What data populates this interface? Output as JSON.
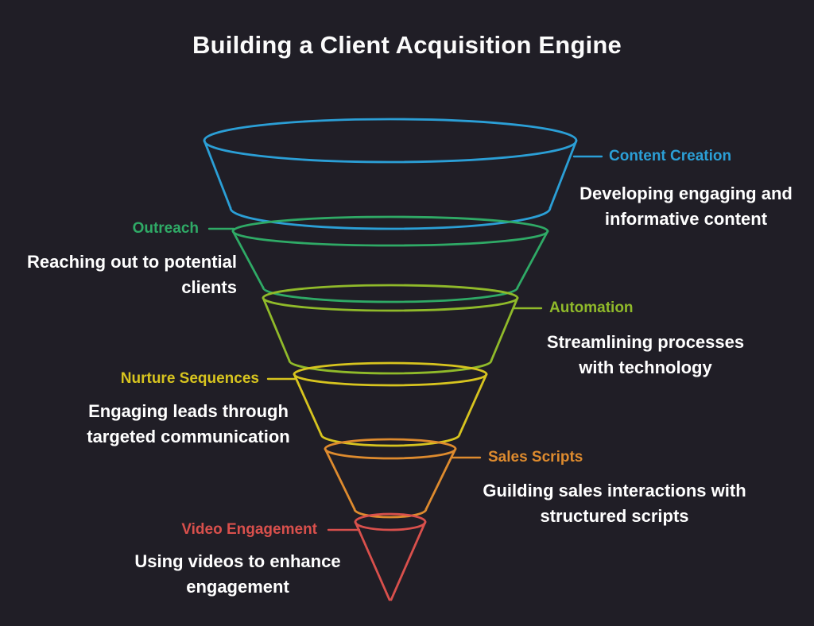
{
  "title": "Building a Client Acquisition Engine",
  "background_color": "#201e26",
  "description_text_color": "#ffffff",
  "diagram_type": "funnel",
  "stages": [
    {
      "label": "Content Creation",
      "color": "#2b9fd6",
      "side": "right",
      "description_lines": [
        "Developing engaging and",
        "informative content"
      ]
    },
    {
      "label": "Outreach",
      "color": "#2faa66",
      "side": "left",
      "description_lines": [
        "Reaching out to potential",
        "clients"
      ]
    },
    {
      "label": "Automation",
      "color": "#90ba2a",
      "side": "right",
      "description_lines": [
        "Streamlining processes",
        "with technology"
      ]
    },
    {
      "label": "Nurture Sequences",
      "color": "#d7c41f",
      "side": "left",
      "description_lines": [
        "Engaging leads through",
        "targeted communication"
      ]
    },
    {
      "label": "Sales Scripts",
      "color": "#de8b2e",
      "side": "right",
      "description_lines": [
        "Guilding sales interactions with",
        "structured scripts"
      ]
    },
    {
      "label": "Video Engagement",
      "color": "#d9504c",
      "side": "left",
      "description_lines": [
        "Using videos to enhance",
        "engagement"
      ]
    }
  ]
}
